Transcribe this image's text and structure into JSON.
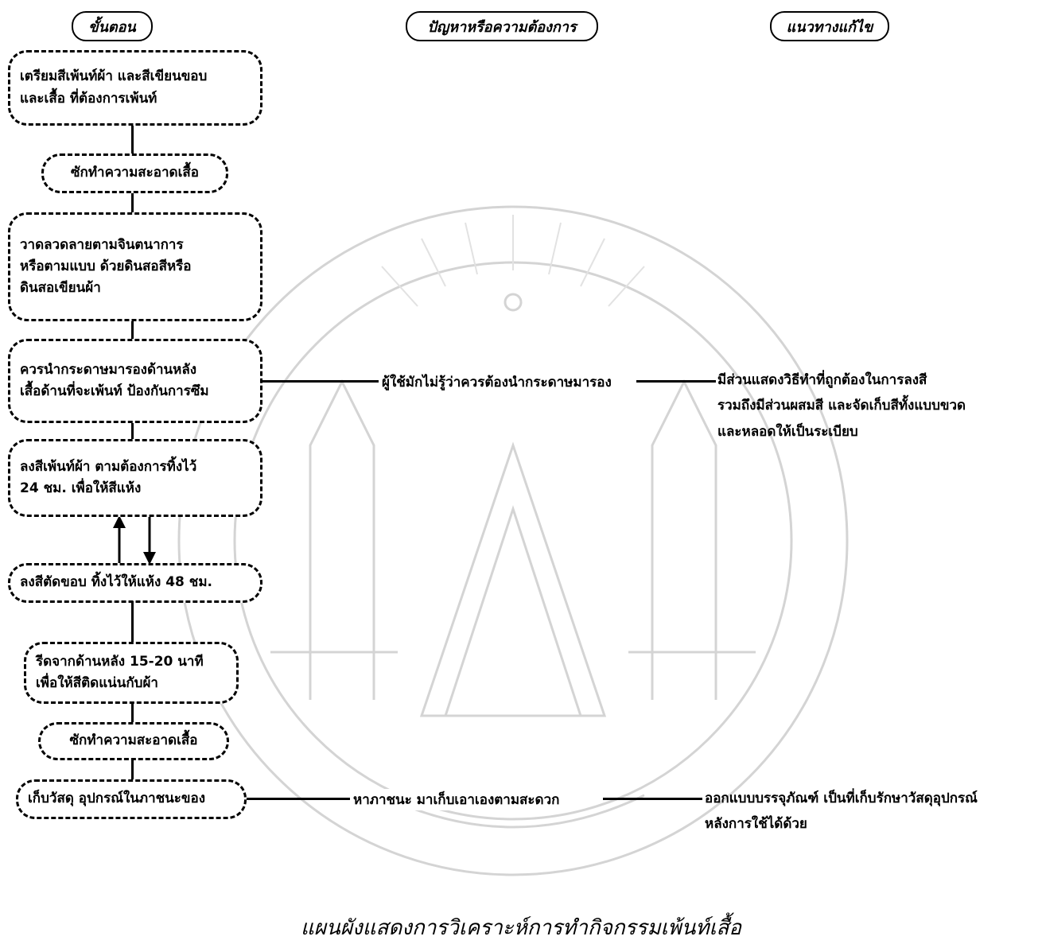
{
  "headers": {
    "steps": "ขั้นตอน",
    "problems": "ปัญหาหรือความต้องการ",
    "solutions": "แนวทางแก้ไข"
  },
  "steps": [
    {
      "line1": "เตรียมสีเพ้นท์ผ้า และสีเขียนขอบ",
      "line2": "และเสื้อ ที่ต้องการเพ้นท์"
    },
    {
      "line1": "ซักทำความสะอาดเสื้อ"
    },
    {
      "line1": "วาดลวดลายตามจินตนาการ",
      "line2": "หรือตามแบบ ด้วยดินสอสีหรือ",
      "line3": "ดินสอเขียนผ้า"
    },
    {
      "line1": "ควรนำกระดาษมารองด้านหลัง",
      "line2": "เสื้อด้านที่จะเพ้นท์ ป้องกันการซึม"
    },
    {
      "line1": "ลงสีเพ้นท์ผ้า ตามต้องการทิ้งไว้",
      "line2": "24 ชม. เพื่อให้สีแห้ง"
    },
    {
      "line1": "ลงสีตัดขอบ ทิ้งไว้ให้แห้ง 48 ชม."
    },
    {
      "line1": "รีดจากด้านหลัง 15-20 นาที",
      "line2": "เพื่อให้สีติดแน่นกับผ้า"
    },
    {
      "line1": "ซักทำความสะอาดเสื้อ"
    },
    {
      "line1": "เก็บวัสดุ อุปกรณ์ในภาชนะของ"
    }
  ],
  "problems": [
    "ผู้ใช้มักไม่รู้ว่าควรต้องนำกระดาษมารอง",
    "หาภาชนะ มาเก็บเอาเองตามสะดวก"
  ],
  "solutions": [
    {
      "line1": "มีส่วนแสดงวิธีทำที่ถูกต้องในการลงสี",
      "line2": "รวมถึงมีส่วนผสมสี และจัดเก็บสีทั้งแบบขวด",
      "line3": "และหลอดให้เป็นระเบียบ"
    },
    {
      "line1": "ออกแบบบรรจุภัณฑ์ เป็นที่เก็บรักษาวัสดุอุปกรณ์",
      "line2": "หลังการใช้ได้ด้วย"
    }
  ],
  "caption": "แผนผังแสดงการวิเคราะห์การทำกิจกรรมเพ้นท์เสื้อ"
}
